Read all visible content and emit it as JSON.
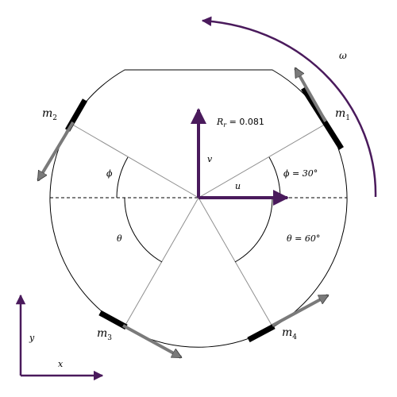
{
  "diagram": {
    "colors": {
      "purple": "#4a1a5c",
      "gray": "#7a7a7a",
      "black": "#000000",
      "thin_line": "#8f8f8f"
    },
    "labels": {
      "omega": "ω",
      "rr_symbol": "R",
      "rr_sub": "r",
      "rr_value": " = 0.081",
      "v": "v",
      "u": "u",
      "phi_left": "ϕ",
      "phi_right": "ϕ = 30°",
      "theta_left": "θ",
      "theta_right": "θ = 60°",
      "y": "y",
      "x": "x"
    },
    "wheels": [
      {
        "name": "m",
        "sub": "1"
      },
      {
        "name": "m",
        "sub": "2"
      },
      {
        "name": "m",
        "sub": "3"
      },
      {
        "name": "m",
        "sub": "4"
      }
    ]
  }
}
